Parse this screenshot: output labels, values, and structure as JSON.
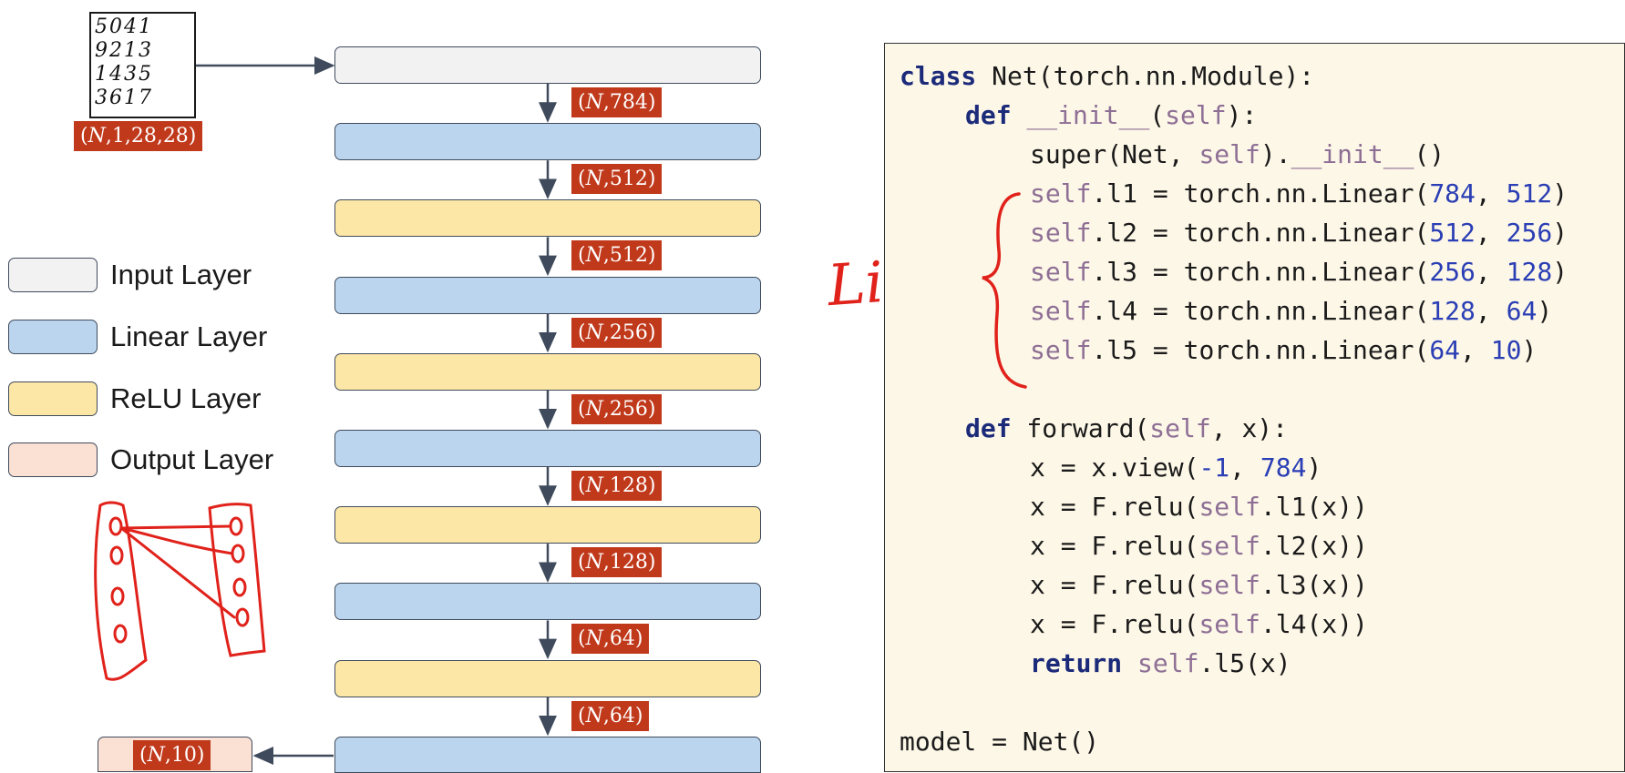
{
  "input_image": {
    "digit_rows": [
      "5041",
      "9213",
      "1435",
      "3617"
    ],
    "shape": {
      "var": "N",
      "rest": ",1,28,28)"
    }
  },
  "layers": [
    {
      "kind": "input",
      "color": "#f2f2f2"
    },
    {
      "kind": "linear",
      "color": "#bcd5ee"
    },
    {
      "kind": "relu",
      "color": "#fde7a7"
    },
    {
      "kind": "linear",
      "color": "#bcd5ee"
    },
    {
      "kind": "relu",
      "color": "#fde7a7"
    },
    {
      "kind": "linear",
      "color": "#bcd5ee"
    },
    {
      "kind": "relu",
      "color": "#fde7a7"
    },
    {
      "kind": "linear",
      "color": "#bcd5ee"
    },
    {
      "kind": "relu",
      "color": "#fde7a7"
    },
    {
      "kind": "linear",
      "color": "#bcd5ee"
    }
  ],
  "shape_tags": [
    {
      "var": "N",
      "dim": "784"
    },
    {
      "var": "N",
      "dim": "512"
    },
    {
      "var": "N",
      "dim": "512"
    },
    {
      "var": "N",
      "dim": "256"
    },
    {
      "var": "N",
      "dim": "256"
    },
    {
      "var": "N",
      "dim": "128"
    },
    {
      "var": "N",
      "dim": "128"
    },
    {
      "var": "N",
      "dim": "64"
    },
    {
      "var": "N",
      "dim": "64"
    }
  ],
  "output_tag": {
    "var": "N",
    "dim": "10",
    "color": "#fbe0d4"
  },
  "legend": [
    {
      "label": "Input Layer",
      "color": "#f2f2f2"
    },
    {
      "label": "Linear Layer",
      "color": "#bcd5ee"
    },
    {
      "label": "ReLU Layer",
      "color": "#fde7a7"
    },
    {
      "label": "Output Layer",
      "color": "#fbe0d4"
    }
  ],
  "annotation": {
    "text": "Linear",
    "color": "#e0221b"
  },
  "code": {
    "l1": {
      "kw": "class",
      "rest": " Net(torch.nn.Module):"
    },
    "l2": {
      "kw": "def",
      "dunder": "__init__",
      "self": "self",
      "tail": "):"
    },
    "l3": {
      "a": "super(Net, ",
      "self": "self",
      "b": ").",
      "dunder": "__init__",
      "c": "()"
    },
    "linears": [
      {
        "self": "self",
        "mid": ".l1 = torch.nn.Linear(",
        "n1": "784",
        "sep": ", ",
        "n2": "512",
        "end": ")"
      },
      {
        "self": "self",
        "mid": ".l2 = torch.nn.Linear(",
        "n1": "512",
        "sep": ", ",
        "n2": "256",
        "end": ")"
      },
      {
        "self": "self",
        "mid": ".l3 = torch.nn.Linear(",
        "n1": "256",
        "sep": ", ",
        "n2": "128",
        "end": ")"
      },
      {
        "self": "self",
        "mid": ".l4 = torch.nn.Linear(",
        "n1": "128",
        "sep": ", ",
        "n2": "64",
        "end": ")"
      },
      {
        "self": "self",
        "mid": ".l5 = torch.nn.Linear(",
        "n1": "64",
        "sep": ", ",
        "n2": "10",
        "end": ")"
      }
    ],
    "fwd": {
      "kw": "def",
      "a": " forward(",
      "self": "self",
      "b": ", x):"
    },
    "view": {
      "a": "x = x.view(",
      "n1": "-1",
      "sep": ", ",
      "n2": "784",
      "end": ")"
    },
    "relus": [
      {
        "a": "x = F.relu(",
        "self": "self",
        "b": ".l1(x))"
      },
      {
        "a": "x = F.relu(",
        "self": "self",
        "b": ".l2(x))"
      },
      {
        "a": "x = F.relu(",
        "self": "self",
        "b": ".l3(x))"
      },
      {
        "a": "x = F.relu(",
        "self": "self",
        "b": ".l4(x))"
      }
    ],
    "ret": {
      "kw": "return",
      "self": "self",
      "b": ".l5(x)"
    },
    "model": "model = Net()"
  }
}
